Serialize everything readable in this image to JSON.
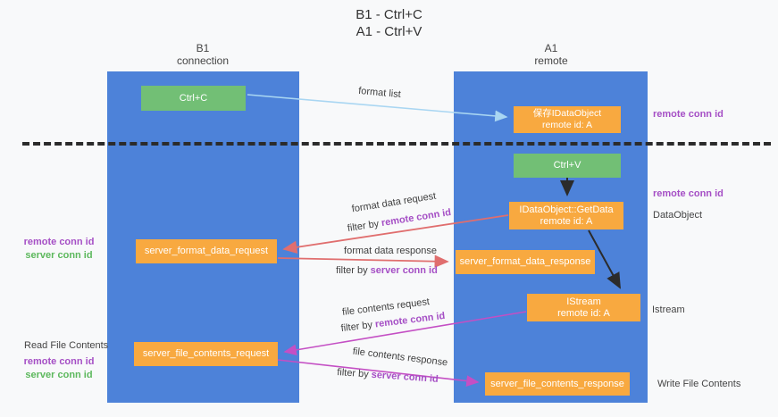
{
  "title": {
    "line1": "B1 - Ctrl+C",
    "line2": "A1 - Ctrl+V"
  },
  "lanes": {
    "left": {
      "name": "B1",
      "role": "connection"
    },
    "right": {
      "name": "A1",
      "role": "remote"
    }
  },
  "nodes": {
    "ctrl_c": {
      "label": "Ctrl+C"
    },
    "save_idataobject": {
      "line1": "保存IDataObject",
      "line2": "remote id: A"
    },
    "ctrl_v": {
      "label": "Ctrl+V"
    },
    "getdata": {
      "line1": "IDataObject::GetData",
      "line2": "remote id: A"
    },
    "server_format_data_request": {
      "label": "server_format_data_request"
    },
    "server_format_data_response": {
      "label": "server_format_data_response"
    },
    "istream": {
      "line1": "IStream",
      "line2": "remote id: A"
    },
    "server_file_contents_request": {
      "label": "server_file_contents_request"
    },
    "server_file_contents_response": {
      "label": "server_file_contents_response"
    }
  },
  "edges": {
    "format_list": {
      "label": "format list"
    },
    "format_data_request": {
      "label": "format data request",
      "filter_prefix": "filter by",
      "filter_key": "remote conn id"
    },
    "format_data_response": {
      "label": "format data response",
      "filter_prefix": "filter by",
      "filter_key": "server conn id"
    },
    "file_contents_request": {
      "label": "file contents request",
      "filter_prefix": "filter by",
      "filter_key": "remote conn id"
    },
    "file_contents_response": {
      "label": "file contents response",
      "filter_prefix": "filter by",
      "filter_key": "server conn id"
    }
  },
  "side_labels": {
    "right_remote_conn_id_top": "remote conn id",
    "right_remote_conn_id_mid": "remote conn id",
    "right_dataobject": "DataObject",
    "right_istream": "Istream",
    "right_write_file_contents": "Write File Contents",
    "left_remote_conn_id_top": "remote conn id",
    "left_server_conn_id_top": "server conn id",
    "left_read_file_contents": "Read File Contents",
    "left_remote_conn_id_bottom": "remote conn id",
    "left_server_conn_id_bottom": "server conn id"
  },
  "colors": {
    "lane_blue": "#4d82d9",
    "box_green": "#72bf75",
    "box_orange": "#f8a940",
    "arrow_blue": "#a9d6f2",
    "arrow_red": "#e06e6e",
    "arrow_magenta": "#c44fc4",
    "arrow_black": "#2b2b2b",
    "text_purple": "#a54fc5",
    "text_green": "#5cb85c"
  }
}
